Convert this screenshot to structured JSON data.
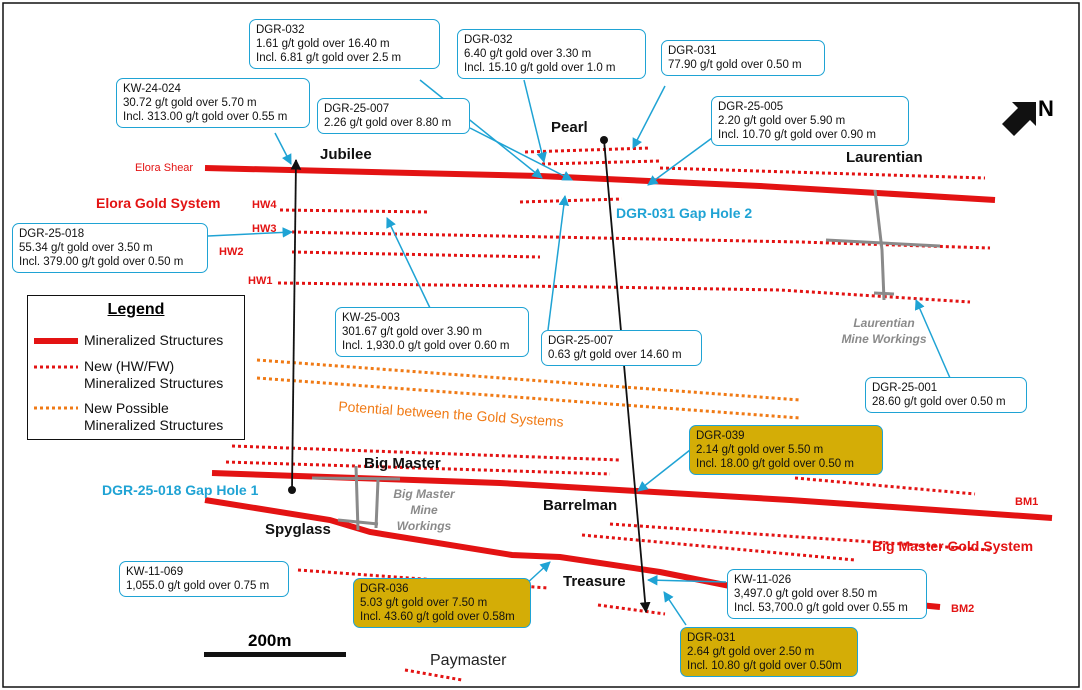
{
  "sites": {
    "jubilee": "Jubilee",
    "pearl": "Pearl",
    "laurentian": "Laurentian",
    "big_master": "Big Master",
    "barrelman": "Barrelman",
    "spyglass": "Spyglass",
    "treasure": "Treasure",
    "paymaster": "Paymaster"
  },
  "structure_labels": {
    "elora_shear": "Elora Shear",
    "hw4": "HW4",
    "hw3": "HW3",
    "hw2": "HW2",
    "hw1": "HW1",
    "bm1": "BM1",
    "bm2": "BM2"
  },
  "systems": {
    "elora": "Elora Gold System",
    "big_master": "Big Master Gold System",
    "potential": "Potential between the Gold Systems"
  },
  "gap_holes": {
    "dgr031": "DGR-031 Gap Hole 2",
    "dgr25018": "DGR-25-018 Gap Hole 1"
  },
  "mine_workings": {
    "laurentian": "Laurentian Mine Workings",
    "big_master": "Big Master Mine Workings"
  },
  "north_label": "N",
  "scale_label": "200m",
  "legend": {
    "title": "Legend",
    "item1": "Mineralized Structures",
    "item2_a": "New (HW/FW)",
    "item2_b": "Mineralized Structures",
    "item3_a": "New Possible",
    "item3_b": "Mineralized Structures"
  },
  "colors": {
    "structure_red": "#e31313",
    "possible_orange": "#f07a15",
    "callout_blue": "#1fa3d4",
    "highlight_gold": "#d4ad06",
    "mine_gray": "#8a8a8a"
  },
  "callouts": {
    "dgr032_a": {
      "hole": "DGR-032",
      "l1": "1.61 g/t gold over 16.40 m",
      "l2": "Incl. 6.81 g/t gold over 2.5 m"
    },
    "dgr032_b": {
      "hole": "DGR-032",
      "l1": "6.40 g/t gold over 3.30 m",
      "l2": "Incl. 15.10 g/t gold over 1.0 m"
    },
    "dgr031_a": {
      "hole": "DGR-031",
      "l1": "77.90 g/t gold over 0.50 m"
    },
    "kw24024": {
      "hole": "KW-24-024",
      "l1": "30.72 g/t gold over 5.70 m",
      "l2": "Incl. 313.00 g/t gold over 0.55 m"
    },
    "dgr25007_a": {
      "hole": "DGR-25-007",
      "l1": "2.26 g/t gold over 8.80 m"
    },
    "dgr25005": {
      "hole": "DGR-25-005",
      "l1": "2.20 g/t gold over 5.90 m",
      "l2": "Incl. 10.70 g/t gold over 0.90 m"
    },
    "dgr25018": {
      "hole": "DGR-25-018",
      "l1": "55.34 g/t gold over 3.50 m",
      "l2": "Incl. 379.00 g/t gold over 0.50 m"
    },
    "kw25003": {
      "hole": "KW-25-003",
      "l1": "301.67 g/t gold over 3.90 m",
      "l2": "Incl. 1,930.0 g/t gold over 0.60 m"
    },
    "dgr25007_b": {
      "hole": "DGR-25-007",
      "l1": "0.63 g/t gold over 14.60 m"
    },
    "dgr25001": {
      "hole": "DGR-25-001",
      "l1": "28.60 g/t gold over 0.50 m"
    },
    "dgr039": {
      "hole": "DGR-039",
      "l1": "2.14 g/t gold over 5.50 m",
      "l2": "Incl. 18.00 g/t gold over 0.50 m"
    },
    "kw11069": {
      "hole": "KW-11-069",
      "l1": "1,055.0 g/t gold over 0.75 m"
    },
    "kw11026": {
      "hole": "KW-11-026",
      "l1": "3,497.0 g/t gold over 8.50 m",
      "l2": "Incl. 53,700.0 g/t gold over 0.55 m"
    },
    "dgr036": {
      "hole": "DGR-036",
      "l1": "5.03 g/t gold over 7.50 m",
      "l2": "Incl. 43.60 g/t gold over 0.58m"
    },
    "dgr031_b": {
      "hole": "DGR-031",
      "l1": "2.64 g/t gold over 2.50 m",
      "l2": "Incl. 10.80 g/t gold over 0.50m"
    }
  }
}
